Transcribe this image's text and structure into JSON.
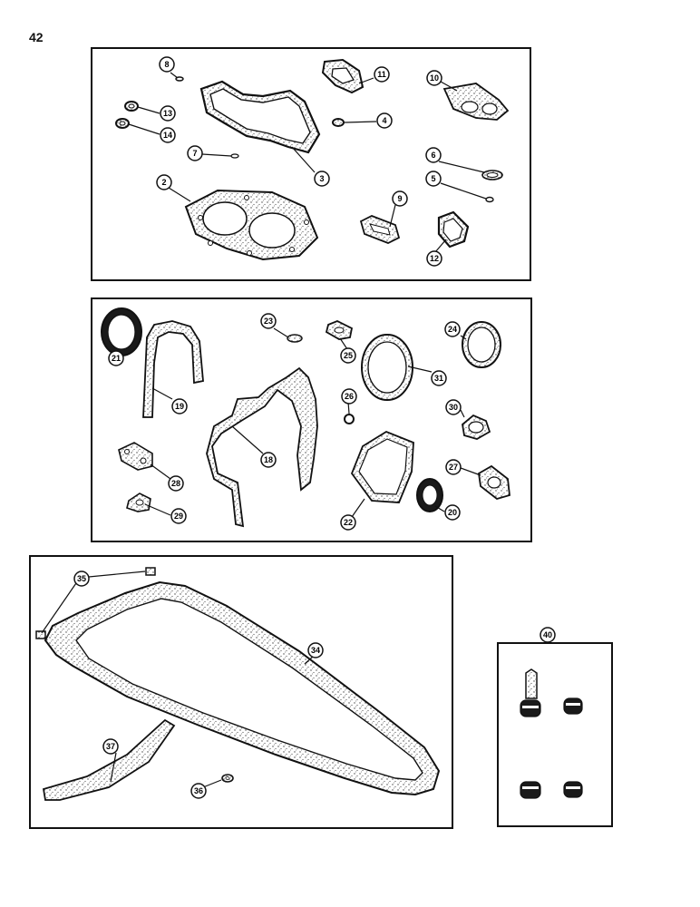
{
  "page_number": "42",
  "panels": {
    "top": {
      "callouts": [
        "8",
        "11",
        "10",
        "13",
        "14",
        "4",
        "7",
        "3",
        "6",
        "5",
        "2",
        "9",
        "12"
      ]
    },
    "middle": {
      "callouts": [
        "21",
        "19",
        "23",
        "25",
        "24",
        "31",
        "26",
        "30",
        "18",
        "28",
        "27",
        "22",
        "20",
        "29"
      ]
    },
    "bottom_left": {
      "callouts": [
        "35",
        "34",
        "37",
        "36"
      ]
    },
    "bottom_right": {
      "callouts": [
        "40"
      ]
    }
  }
}
